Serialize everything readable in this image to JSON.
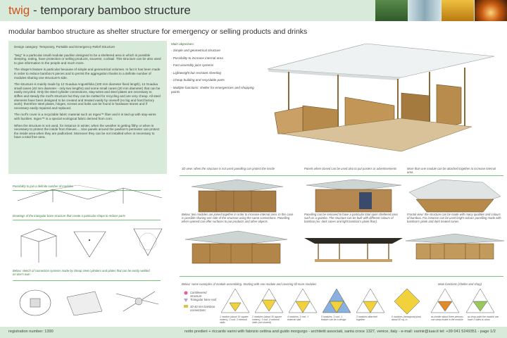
{
  "header": {
    "brand": "twig",
    "title_rest": " - temporary bamboo structure",
    "thumbs": [
      "#3b6a3a",
      "#b8cfd8",
      "#d5a020",
      "#a05a1a"
    ]
  },
  "subtitle": "modular bamboo structure as shelter structure for emergency or selling products and drinks",
  "left": {
    "category": "Design category: Temporary, Portable and Emergency Relief Structure",
    "paragraphs": [
      "\"twig\" is a particular small modular pavilion designed to be a sheltered area in which is possible sleeping, eating, have protection or selling products, souvenir, cocktail. This structure can be also used to give information to the people and much more.",
      "The shape's feature is particular because of simple and geometrical volumes. In fact it has been made in order to reduce bamboo's pieces and to permit the aggregation thanks to a definite number of modules sharing one structure's side.",
      "The structure is mainly made by 12 Guadua Angustifolia (100 mm diameter fixed length), 12 Guadua small canes (40 mm diameter - only two lengths) and some small canes (20 mm diameter) that can be easily recycled. Only the steel cylinder connections, stay-wires and steel plates are necessary to stiffen and steady the roof's structure but they can be melted for recycling and are very cheap. All steel elements have been designed to be created and treated easily by oneself (no big and hard factory work); therefore steel plates, hinges, screws and bolts can be found in hardware stores and if necessary easily repaired and replaced.",
      "The roof's cover is a recyclable fabric material such as Ingeo™ fiber and it is tied up with stay-wires with buckles. Ingeo™ is a special ecological fabric derived from corn.",
      "When the structure is not used, for instance in winter, when the weather is getting filthy or when is necessary to protect the inside from thieves..., nine panels around the pavilion's perimeter can protect the inside area when they are padlocked. Moreover they can be not installed when is necessary to have a total free area."
    ]
  },
  "objectives": {
    "heading": "Main objectives:",
    "items": [
      "- Simple and geometrical structure",
      "- Possibility to increase internal area",
      "- Fast assembly joint systems",
      "- Lightweight but resistant sheeting",
      "- Cheap building and recyclable parts",
      "- Multiple functions: shelter for emergencies and shopping points"
    ]
  },
  "captions": {
    "c1": "Possibility to join a definite number of modules",
    "c2": "Drawings of the triangular base structure that create a particular shape to reduce parts",
    "c3": "Below: sketch of connection systems made by cheap steel cylinders and plates that can be easily welded on one's own",
    "r1a": "3D view: when the structure is not used panelling can protect the inside",
    "r1b": "Panels when closed can be used also to put posters or advertisements",
    "r1c": "More than one module can be attached together to increase internal area",
    "r2a": "Below: two modules are joined together in order to increase internal area. In this case is possible sharing one side of the structure using the same connections. Panelling when opened can offer surfaces to put products and other objects.",
    "r2b": "Panelling can be removed to have a particular total open sheltered area such as a gazebo. The structure can be built with different colours of bamboo (ex: dark canes and light bamboo's plank floor).",
    "r2c": "Frontal view: the structure can be made with many qualities and colours of bamboo. For instance can be used bright colours panelling made with bamboo's plank and dark treated canes.",
    "r3a": "Below: some examples of module assembling. Starting with one module and covering till more modules",
    "r3b": "Main functions (shelter and shop)",
    "leg1": "Cantilevered structure",
    "leg2": "Triangular base roof",
    "leg3": "30-40 mm bamboo connections"
  },
  "modules": [
    "1 module (about 16 square meters), 1 roof, 3 external stalls",
    "2 modules (about 30 square meters), 1 roof, 4 external stalls (not shared)",
    "4 modules, 1 roof, 1 external stall",
    "5 modules, 1 roof, 1 feature can be a design",
    "3 modules attached together",
    "6 modules (hexagonal plan) about 50 sq. m",
    "as shelter about three persons can sleep inside in the module",
    "as shop point the module can have 3 sides to show"
  ],
  "footer": {
    "registration": "registration number: 1390",
    "credits": "notto predieri + riccardo varini with fabrizio cettina and guido morgurgo - architetti associati, santa croce 1327, venice, italy  -  e-mail: varinir@iuav.it    tel: +39 041 5249351 - page 1/2"
  }
}
